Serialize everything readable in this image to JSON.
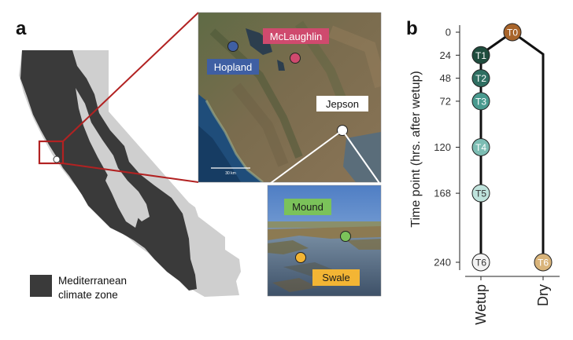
{
  "panel_a": {
    "label": "a",
    "legend_line1": "Mediterranean",
    "legend_line2": "climate zone",
    "sites": {
      "mclaughlin": "McLaughlin",
      "hopland": "Hopland",
      "jepson": "Jepson"
    },
    "scale_bar": "30 km",
    "habitats": {
      "mound": "Mound",
      "swale": "Swale"
    },
    "colors": {
      "state": "#cfcfcf",
      "climate_zone": "#3a3a3a",
      "inset_box": "#b22222",
      "mclaughlin": "#cf4a6e",
      "hopland": "#3f5fa3",
      "jepson": "#ffffff",
      "mound": "#7bc25a",
      "swale": "#f3b534"
    }
  },
  "panel_b": {
    "label": "b",
    "ylabel": "Time point (hrs. after wetup)",
    "y_ticks": [
      "0",
      "24",
      "48",
      "72",
      "120",
      "168",
      "240"
    ],
    "branches": [
      "Wetup",
      "Dry"
    ],
    "time_points": [
      {
        "label": "T0",
        "hours": 0,
        "branch": "root",
        "color": "#a8642a",
        "text_color": "#ffffff"
      },
      {
        "label": "T1",
        "hours": 24,
        "branch": "Wetup",
        "color": "#1f4d3e",
        "text_color": "#ffffff"
      },
      {
        "label": "T2",
        "hours": 48,
        "branch": "Wetup",
        "color": "#2f6f62",
        "text_color": "#ffffff"
      },
      {
        "label": "T3",
        "hours": 72,
        "branch": "Wetup",
        "color": "#4a9a8f",
        "text_color": "#ffffff"
      },
      {
        "label": "T4",
        "hours": 120,
        "branch": "Wetup",
        "color": "#7cbdb3",
        "text_color": "#ffffff"
      },
      {
        "label": "T5",
        "hours": 168,
        "branch": "Wetup",
        "color": "#bfe3dc",
        "text_color": "#333333"
      },
      {
        "label": "T6",
        "hours": 240,
        "branch": "Wetup",
        "color": "#f3f3f3",
        "text_color": "#333333"
      },
      {
        "label": "T6",
        "hours": 240,
        "branch": "Dry",
        "color": "#d9b47a",
        "text_color": "#ffffff"
      }
    ]
  }
}
